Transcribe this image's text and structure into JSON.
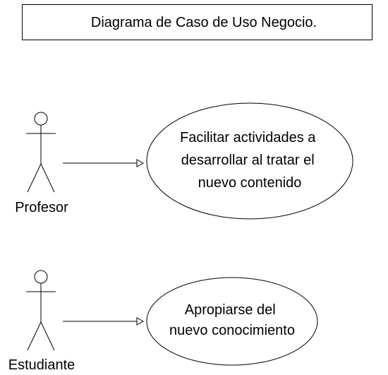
{
  "title": "Diagrama de Caso de Uso Negocio.",
  "actors": [
    {
      "label": "Profesor"
    },
    {
      "label": "Estudiante"
    }
  ],
  "use_cases": [
    {
      "lines": [
        "Facilitar actividades a",
        "desarrollar al tratar el",
        "nuevo contenido"
      ]
    },
    {
      "lines": [
        "Apropiarse del",
        "nuevo conocimiento"
      ]
    }
  ],
  "associations": [
    {
      "from": "Profesor",
      "to": "Facilitar actividades a desarrollar al tratar el nuevo contenido"
    },
    {
      "from": "Estudiante",
      "to": "Apropiarse del nuevo conocimiento"
    }
  ]
}
